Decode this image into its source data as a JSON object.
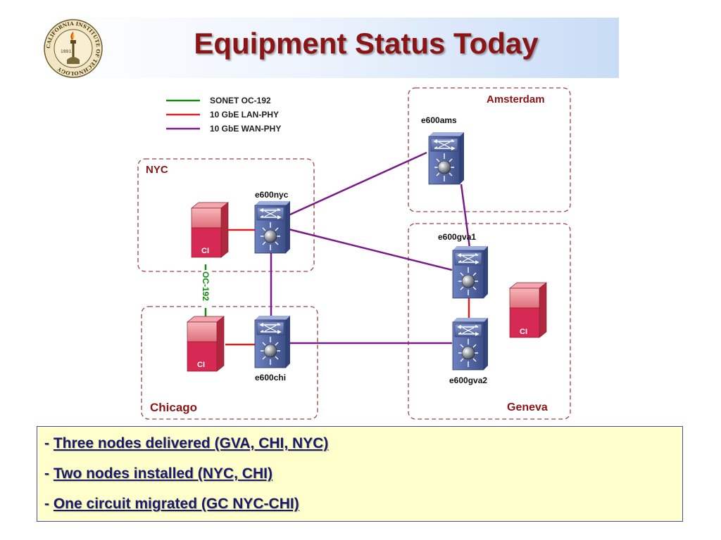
{
  "title": "Equipment Status Today",
  "logo": {
    "ring_text": "CALIFORNIA INSTITUTE OF TECHNOLOGY",
    "year": "1891"
  },
  "legend": [
    {
      "label": "SONET OC-192",
      "color": "#138a13"
    },
    {
      "label": "10 GbE LAN-PHY",
      "color": "#e02020"
    },
    {
      "label": "10 GbE WAN-PHY",
      "color": "#7a1a8a"
    }
  ],
  "regions": {
    "nyc": "NYC",
    "chicago": "Chicago",
    "amsterdam": "Amsterdam",
    "geneva": "Geneva"
  },
  "nodes": {
    "e600nyc": "e600nyc",
    "e600chi": "e600chi",
    "e600ams": "e600ams",
    "e600gva1": "e600gva1",
    "e600gva2": "e600gva2"
  },
  "servers": {
    "nyc": "CI",
    "chicago": "CI",
    "geneva": "CI"
  },
  "link_label": "OC-192",
  "colors": {
    "region_label": "#8b1414",
    "region_border": "#a04040",
    "sonet": "#138a13",
    "lan_phy": "#e02020",
    "wan_phy": "#7a1a8a"
  },
  "notes": [
    {
      "dash": "-",
      "text": "Three nodes delivered (GVA, CHI, NYC)"
    },
    {
      "dash": "-",
      "text": "Two nodes installed (NYC, CHI)"
    },
    {
      "dash": "-",
      "text": "One circuit migrated (GC NYC-CHI)"
    }
  ]
}
